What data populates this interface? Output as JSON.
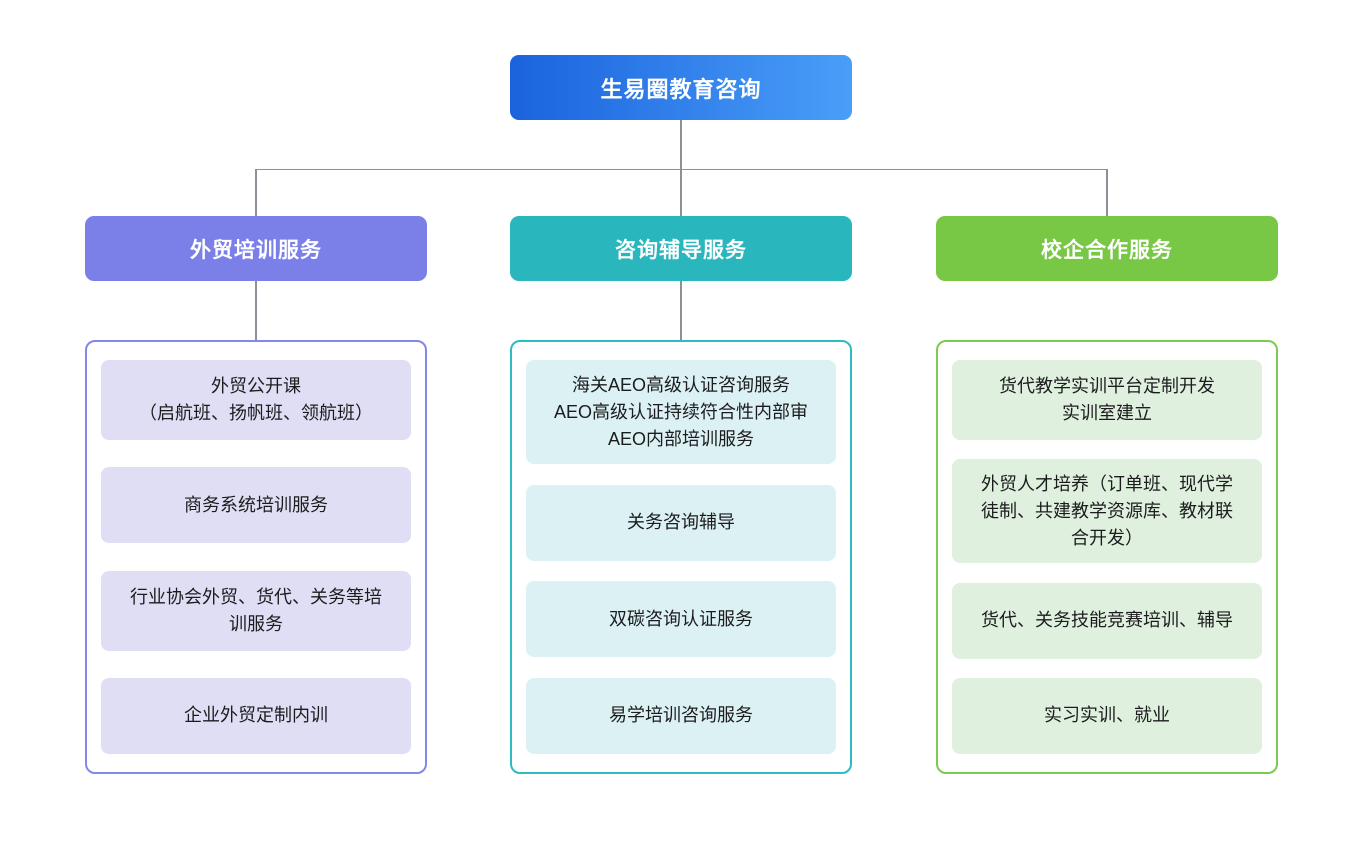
{
  "root": {
    "label": "生易圈教育咨询",
    "colors": {
      "gradient_start": "#1a63de",
      "gradient_end": "#4a9ef8"
    }
  },
  "colors": {
    "connector": "#8b9197",
    "canvas_bg": "#ffffff"
  },
  "branches": [
    {
      "label": "外贸培训服务",
      "colors": {
        "header": "#7b80e9",
        "border": "#8287ec",
        "cell_bg": "#dfdef4"
      },
      "items": [
        [
          "外贸公开课",
          "（启航班、扬帆班、领航班）"
        ],
        "商务系统培训服务",
        "行业协会外贸、货代、关务等培训服务",
        "企业外贸定制内训"
      ]
    },
    {
      "label": "咨询辅导服务",
      "colors": {
        "header": "#29b6bc",
        "border": "#2cbcc2",
        "cell_bg": "#dbf1f4"
      },
      "items": [
        [
          "海关AEO高级认证咨询服务",
          "AEO高级认证持续符合性内部审",
          "AEO内部培训服务"
        ],
        "关务咨询辅导",
        "双碳咨询认证服务",
        "易学培训咨询服务"
      ]
    },
    {
      "label": "校企合作服务",
      "colors": {
        "header": "#78c745",
        "border": "#7ccb4e",
        "cell_bg": "#dff0de"
      },
      "items": [
        [
          "货代教学实训平台定制开发",
          "实训室建立"
        ],
        "外贸人才培养（订单班、现代学徒制、共建教学资源库、教材联合开发）",
        "货代、关务技能竞赛培训、辅导",
        "实习实训、就业"
      ]
    }
  ]
}
